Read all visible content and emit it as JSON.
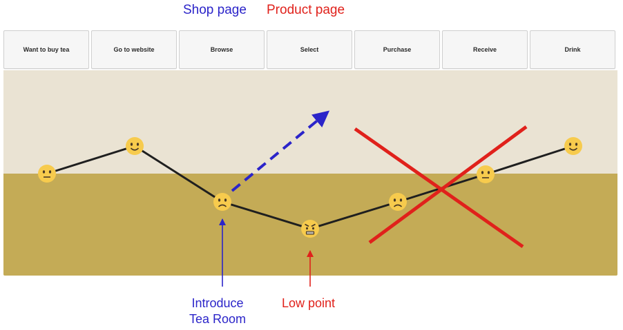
{
  "header": {
    "shop_page": "Shop page",
    "product_page": "Product page"
  },
  "stages": [
    "Want to buy tea",
    "Go to website",
    "Browse",
    "Select",
    "Purchase",
    "Receive",
    "Drink"
  ],
  "emotions": [
    {
      "stage": "Want to buy tea",
      "face": "neutral-face-icon"
    },
    {
      "stage": "Go to website",
      "face": "happy-face-icon"
    },
    {
      "stage": "Browse",
      "face": "sad-face-icon"
    },
    {
      "stage": "Select",
      "face": "angry-face-icon"
    },
    {
      "stage": "Purchase",
      "face": "sad-face-icon"
    },
    {
      "stage": "Receive",
      "face": "neutral-face-icon"
    },
    {
      "stage": "Drink",
      "face": "happy-face-icon"
    }
  ],
  "annotations": {
    "introduce_line1": "Introduce",
    "introduce_line2": "Tea Room",
    "low_point": "Low point"
  },
  "colors": {
    "blue": "#2b24c9",
    "red": "#e0211b",
    "band_light": "#eae3d3",
    "band_gold": "#c4ab56",
    "emoji": "#f7cb4d"
  }
}
